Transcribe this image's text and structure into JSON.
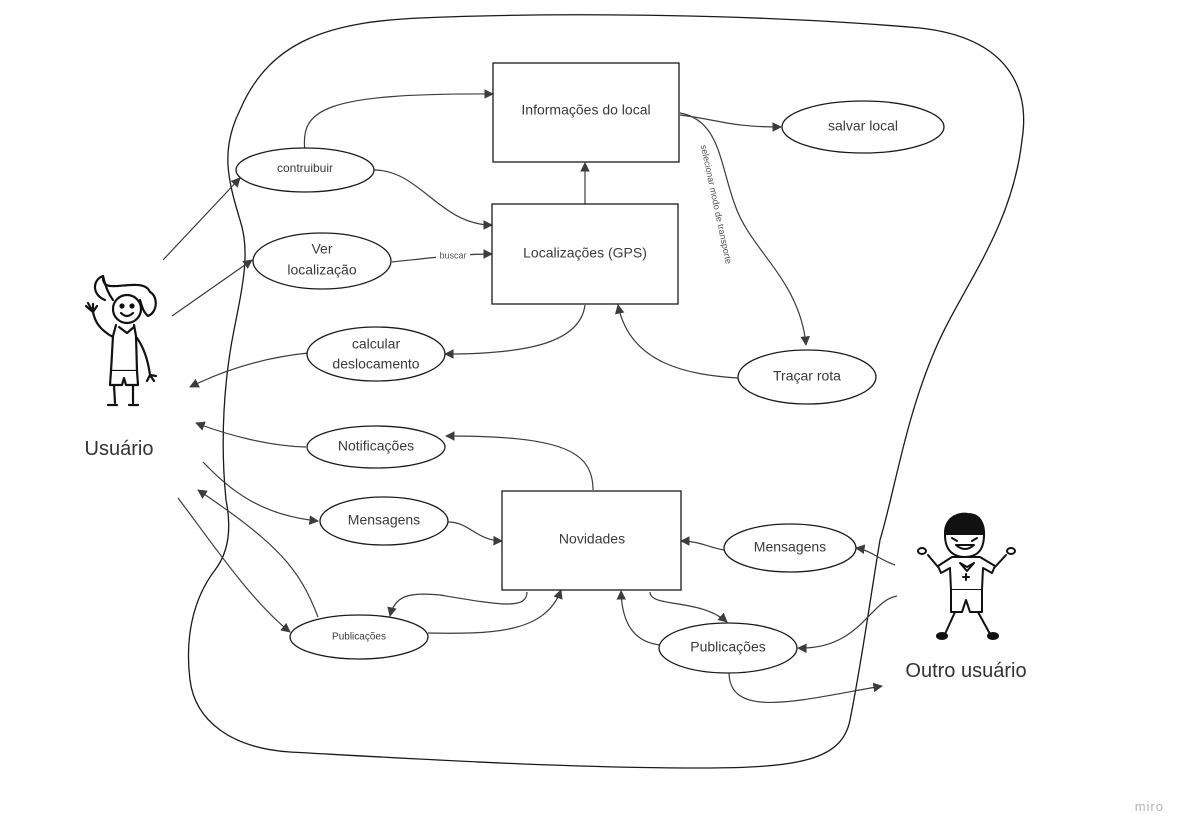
{
  "nodes": {
    "informacoes": "Informações do local",
    "localizacoes": "Localizações (GPS)",
    "novidades": "Novidades",
    "salvar": "salvar local",
    "contribuir": "contruibuir",
    "ver_localizacao": [
      "Ver",
      "localização"
    ],
    "calcular": [
      "calcular",
      "deslocamento"
    ],
    "tracar": "Traçar rota",
    "notificacoes": "Notificações",
    "mensagens_left": "Mensagens",
    "mensagens_right": "Mensagens",
    "publicacoes_left": "Publicações",
    "publicacoes_right": "Publicações"
  },
  "edge_labels": {
    "buscar": "buscar",
    "modo_transporte": "selecionar modo de transporte"
  },
  "actors": {
    "usuario": "Usuário",
    "outro": "Outro usuário"
  },
  "brand": "miro"
}
